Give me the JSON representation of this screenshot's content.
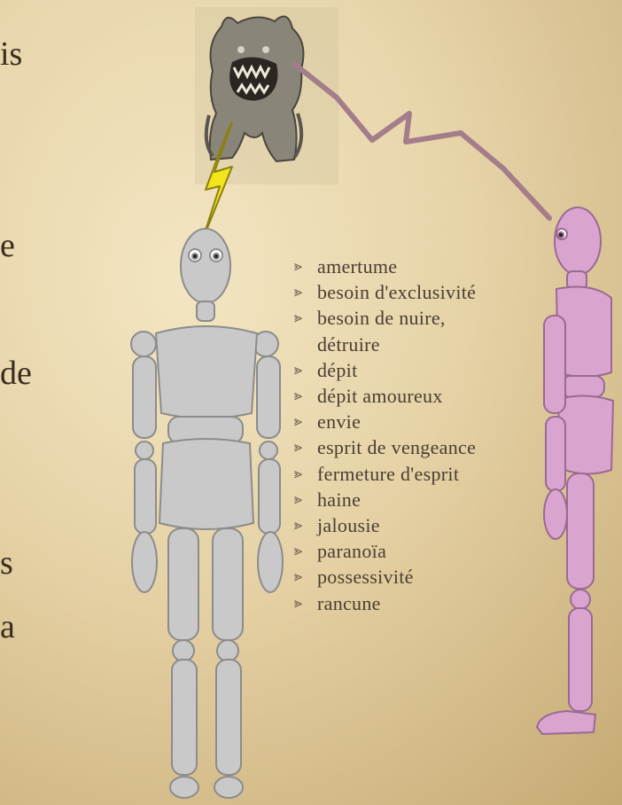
{
  "left_text_fragments": [
    "is",
    "e",
    "de",
    "s",
    "a"
  ],
  "items": [
    "amertume",
    "besoin d'exclusivité",
    "besoin de nuire,",
    "détruire",
    "dépit",
    "dépit amoureux",
    "envie",
    "esprit de vengeance",
    "fermeture d'esprit",
    "haine",
    "jalousie",
    "paranoïa",
    "possessivité",
    "rancune"
  ],
  "bullet_glyph": "⪢",
  "colors": {
    "lightning": "#f2e51b",
    "thread": "#a37d8a",
    "pink_figure": "#d9a4d0",
    "grey_figure": "#c9c9c9"
  }
}
